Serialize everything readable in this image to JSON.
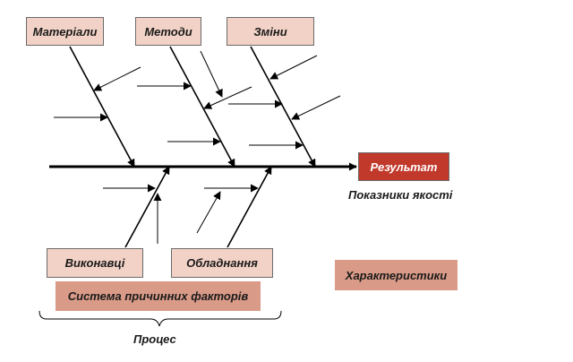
{
  "diagram": {
    "causes_top": [
      "Матеріали",
      "Методи",
      "Зміни"
    ],
    "causes_bottom": [
      "Виконавці",
      "Обладнання"
    ],
    "result": "Результат",
    "result_caption": "Показники якості",
    "characteristics": "Характеристики",
    "system_label": "Система причинних факторів",
    "process_label": "Процес"
  },
  "colors": {
    "cause_fill": "#f2d2c6",
    "result_fill": "#c0392b",
    "system_fill": "#d99a87",
    "line": "#000000"
  }
}
